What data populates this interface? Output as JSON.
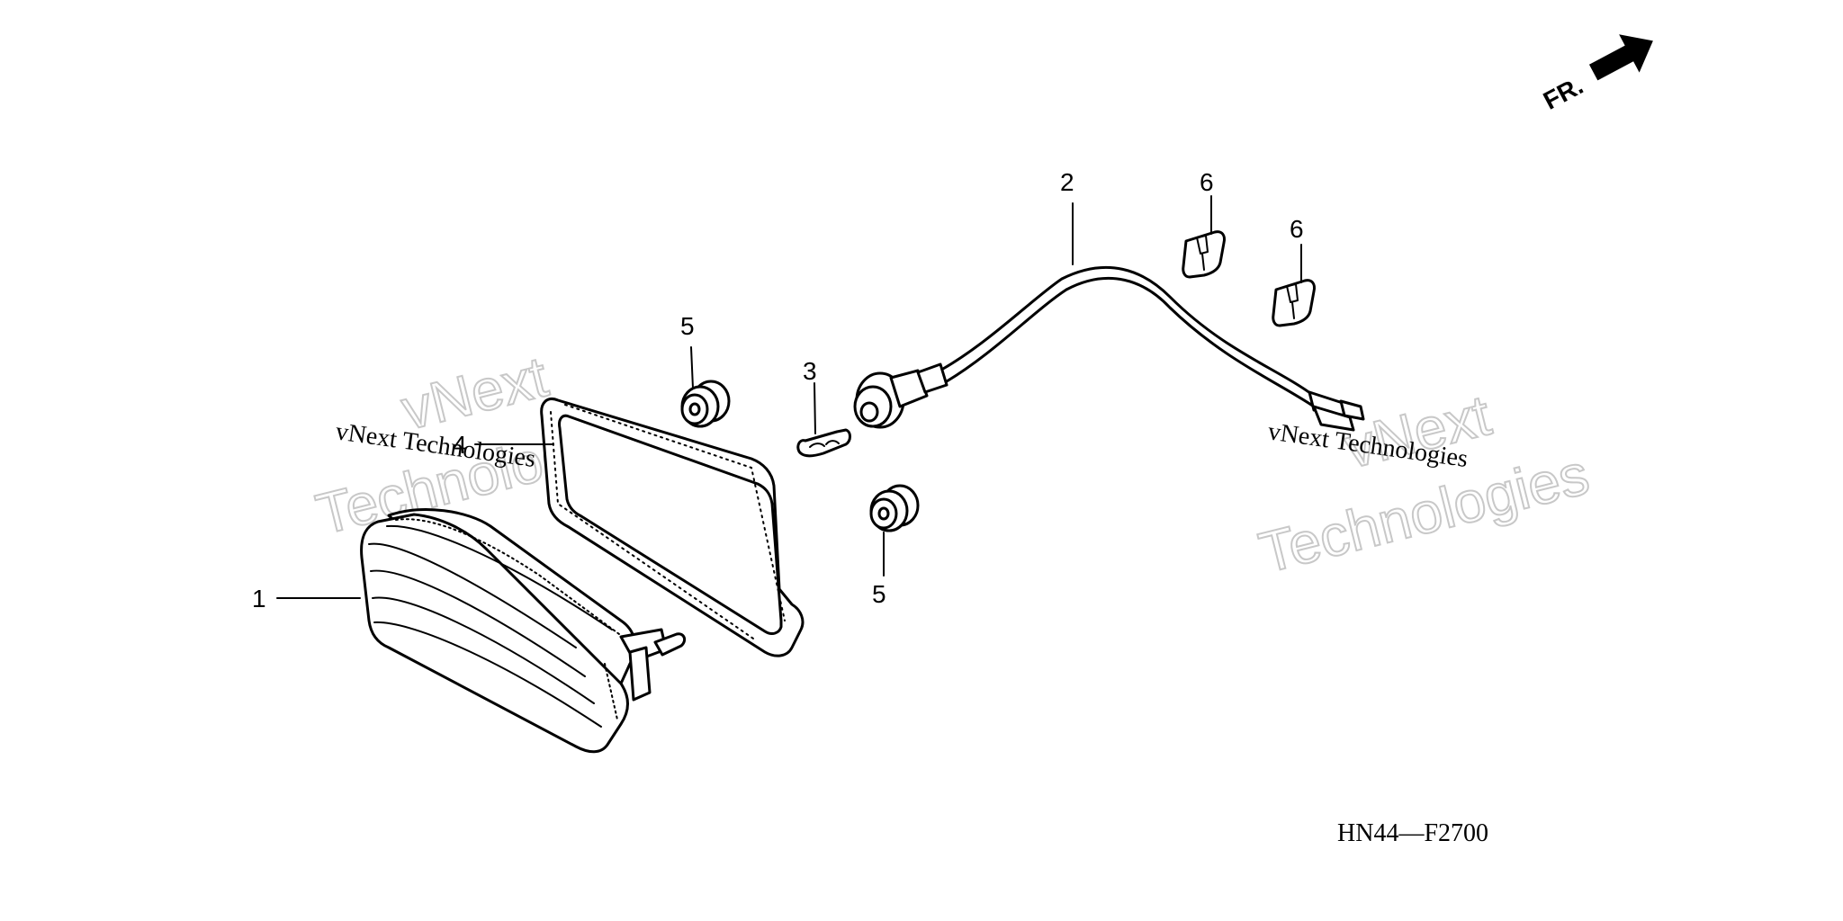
{
  "callouts": {
    "c1": "1",
    "c2": "2",
    "c3": "3",
    "c4": "4",
    "c5a": "5",
    "c5b": "5",
    "c6a": "6",
    "c6b": "6"
  },
  "direction_label": "FR.",
  "figure_code": "HN44—F2700",
  "watermarks": {
    "left_big_line1": "vNext",
    "left_big_line2": "Technologies",
    "left_small": "vNext Technologies",
    "right_big_line1": "vNext",
    "right_big_line2": "Technologies",
    "right_small": "vNext Technologies"
  }
}
